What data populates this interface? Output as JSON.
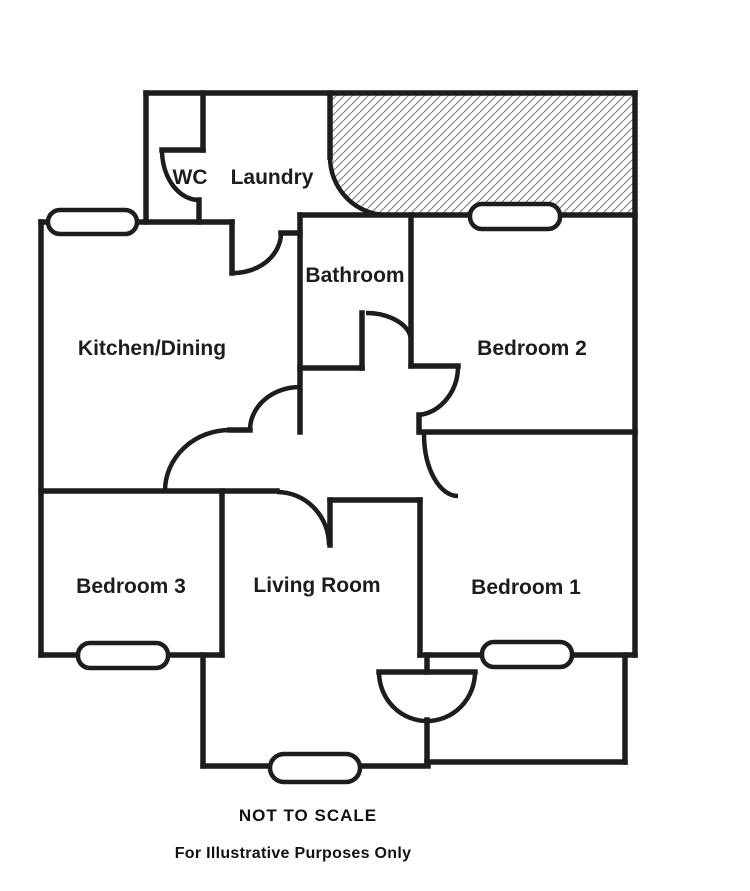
{
  "floorplan": {
    "rooms": [
      {
        "id": "wc",
        "label": "WC"
      },
      {
        "id": "laundry",
        "label": "Laundry"
      },
      {
        "id": "bathroom",
        "label": "Bathroom"
      },
      {
        "id": "kitchen",
        "label": "Kitchen/Dining"
      },
      {
        "id": "bedroom2",
        "label": "Bedroom 2"
      },
      {
        "id": "bedroom3",
        "label": "Bedroom 3"
      },
      {
        "id": "living",
        "label": "Living Room"
      },
      {
        "id": "bedroom1",
        "label": "Bedroom 1"
      }
    ],
    "annotations": {
      "scale_note": "NOT TO SCALE",
      "disclaimer": "For Illustrative Purposes Only"
    },
    "colors": {
      "wall": "#1d1d1d",
      "hatch_line": "#8f8f8f",
      "background": "#ffffff",
      "label": "#1d1d1d"
    }
  }
}
